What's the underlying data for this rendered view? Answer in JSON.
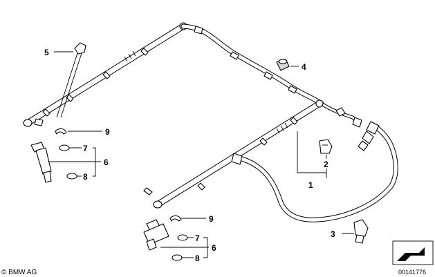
{
  "diagram": {
    "callouts": {
      "c1": "1",
      "c2": "2",
      "c3": "3",
      "c4": "4",
      "c5": "5",
      "c6a": "6",
      "c7a": "7",
      "c8a": "8",
      "c9a": "9",
      "c6b": "6",
      "c7b": "7",
      "c8b": "8",
      "c9b": "9"
    },
    "copyright": "© BMW AG",
    "doc_number": "00141776"
  }
}
